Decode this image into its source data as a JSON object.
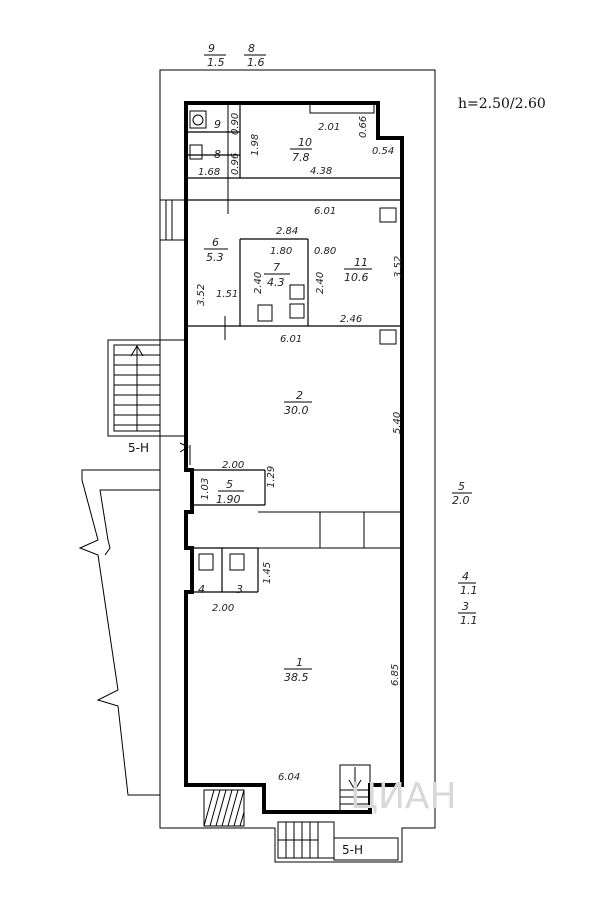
{
  "height_note": "h=2.50/2.60",
  "rooms": [
    {
      "id": "1",
      "area": "38.5"
    },
    {
      "id": "2",
      "area": "30.0"
    },
    {
      "id": "3",
      "area": ""
    },
    {
      "id": "4",
      "area": ""
    },
    {
      "id": "5",
      "area": "1.90"
    },
    {
      "id": "6",
      "area": "5.3"
    },
    {
      "id": "7",
      "area": "4.3"
    },
    {
      "id": "8",
      "area": ""
    },
    {
      "id": "9",
      "area": ""
    },
    {
      "id": "10",
      "area": "7.8"
    },
    {
      "id": "11",
      "area": "10.6"
    }
  ],
  "outside_areas": [
    {
      "id": "9",
      "area": "1.5"
    },
    {
      "id": "8",
      "area": "1.6"
    },
    {
      "id": "5",
      "area": "2.0"
    },
    {
      "id": "4",
      "area": "1.1"
    },
    {
      "id": "3",
      "area": "1.1"
    }
  ],
  "dimensions": [
    "0.90",
    "2.01",
    "0.66",
    "1.98",
    "0.96",
    "0.54",
    "1.68",
    "4.38",
    "6.01",
    "2.84",
    "1.80",
    "0.80",
    "3.52",
    "2.40",
    "2.40",
    "3.52",
    "1.51",
    "2.46",
    "6.01",
    "5.40",
    "2.00",
    "1.03",
    "1.29",
    "1.45",
    "2.00",
    "6.85",
    "6.04"
  ],
  "section_marks": [
    "5-H",
    "5-H"
  ],
  "watermark": "ЦИАН"
}
